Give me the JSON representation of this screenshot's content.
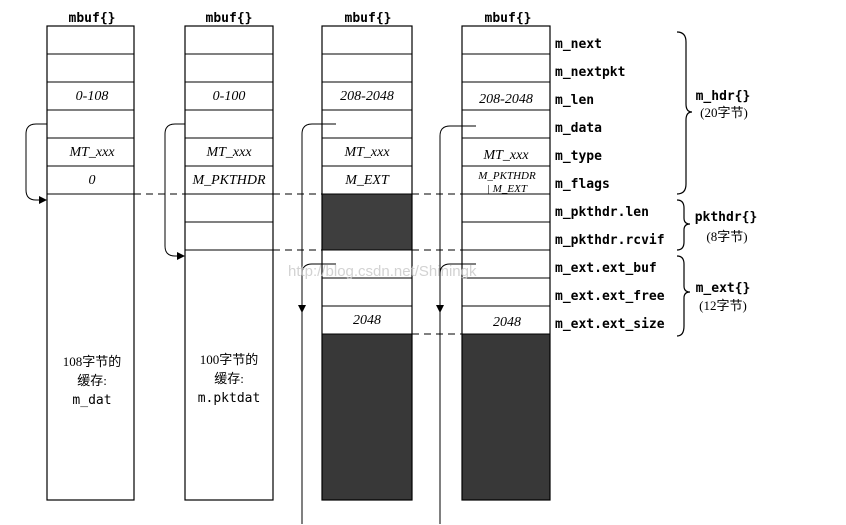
{
  "columns": [
    {
      "header": "mbuf{}",
      "len": "0-108",
      "type": "MT_xxx",
      "flags": "0",
      "buffer_label_1": "108字节的",
      "buffer_label_2": "缓存:",
      "buffer_label_3": "m_dat"
    },
    {
      "header": "mbuf{}",
      "len": "0-100",
      "type": "MT_xxx",
      "flags": "M_PKTHDR",
      "buffer_label_1": "100字节的",
      "buffer_label_2": "缓存:",
      "buffer_label_3": "m.pktdat"
    },
    {
      "header": "mbuf{}",
      "len": "208-2048",
      "type": "MT_xxx",
      "flags": "M_EXT",
      "ext_size": "2048"
    },
    {
      "header": "mbuf{}",
      "len": "208-2048",
      "type": "MT_xxx",
      "flags_1": "M_PKTHDR",
      "flags_2": "| M_EXT",
      "ext_size": "2048"
    }
  ],
  "fields": [
    "m_next",
    "m_nextpkt",
    "m_len",
    "m_data",
    "m_type",
    "m_flags",
    "m_pkthdr.len",
    "m_pkthdr.rcvif",
    "m_ext.ext_buf",
    "m_ext.ext_free",
    "m_ext.ext_size"
  ],
  "groups": [
    {
      "name": "m_hdr{}",
      "size": "(20字节)"
    },
    {
      "name": "pkthdr{}",
      "size": "(8字节)"
    },
    {
      "name": "m_ext{}",
      "size": "(12字节)"
    }
  ],
  "watermark": "http://blog.csdn.net/Shiningk",
  "colors": {
    "line": "#000000",
    "shade": "#3a3a3a",
    "shade_light": "#585858",
    "watermark": "#c8c8c8"
  }
}
